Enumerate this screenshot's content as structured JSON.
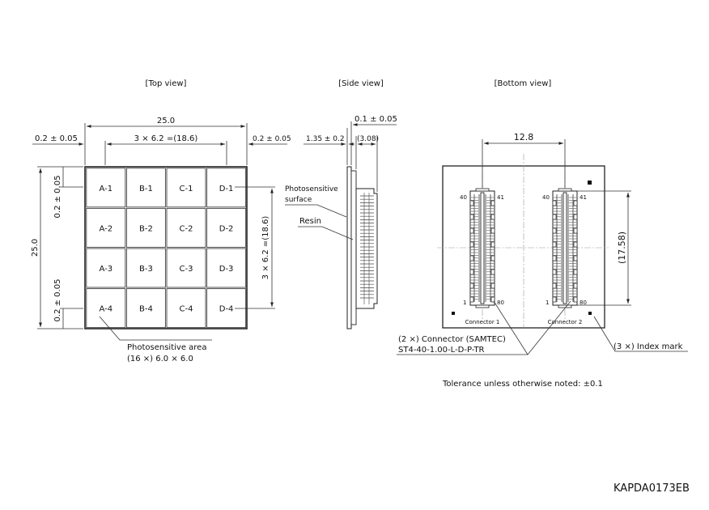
{
  "views": {
    "top": "[Top view]",
    "side": "[Side view]",
    "bottom": "[Bottom view]"
  },
  "top_view": {
    "width_total": "25.0",
    "pitch_h": "3 × 6.2 =(18.6)",
    "margin_left": "0.2 ± 0.05",
    "margin_right": "0.2 ± 0.05",
    "height_total": "25.0",
    "margin_top": "0.2 ± 0.05",
    "margin_bottom": "0.2 ± 0.05",
    "pitch_v": "3 × 6.2 =(18.6)",
    "pixels": [
      [
        "A-1",
        "B-1",
        "C-1",
        "D-1"
      ],
      [
        "A-2",
        "B-2",
        "C-2",
        "D-2"
      ],
      [
        "A-3",
        "B-3",
        "C-3",
        "D-3"
      ],
      [
        "A-4",
        "B-4",
        "C-4",
        "D-4"
      ]
    ],
    "area_label_1": "Photosensitive area",
    "area_label_2": "(16 ×) 6.0 × 6.0"
  },
  "side_view": {
    "dim_thick": "0.1 ± 0.05",
    "dim_resin": "1.35 ± 0.2",
    "dim_conn": "(3.08)",
    "label_surface_1": "Photosensitive",
    "label_surface_2": "surface",
    "label_resin": "Resin"
  },
  "bottom_view": {
    "dim_spacing": "12.8",
    "dim_height": "(17.58)",
    "c1_pin_tl": "40",
    "c1_pin_tr": "41",
    "c1_pin_bl": "1",
    "c1_pin_br": "80",
    "c2_pin_tl": "40",
    "c2_pin_tr": "41",
    "c2_pin_bl": "1",
    "c2_pin_br": "80",
    "connector1": "Connector 1",
    "connector2": "Connector 2",
    "connector_label_1": "(2 ×) Connector (SAMTEC)",
    "connector_label_2": "ST4-40-1.00-L-D-P-TR",
    "index_mark": "(3 ×) Index mark"
  },
  "tolerance_note": "Tolerance unless otherwise noted: ±0.1",
  "drawing_code": "KAPDA0173EB"
}
